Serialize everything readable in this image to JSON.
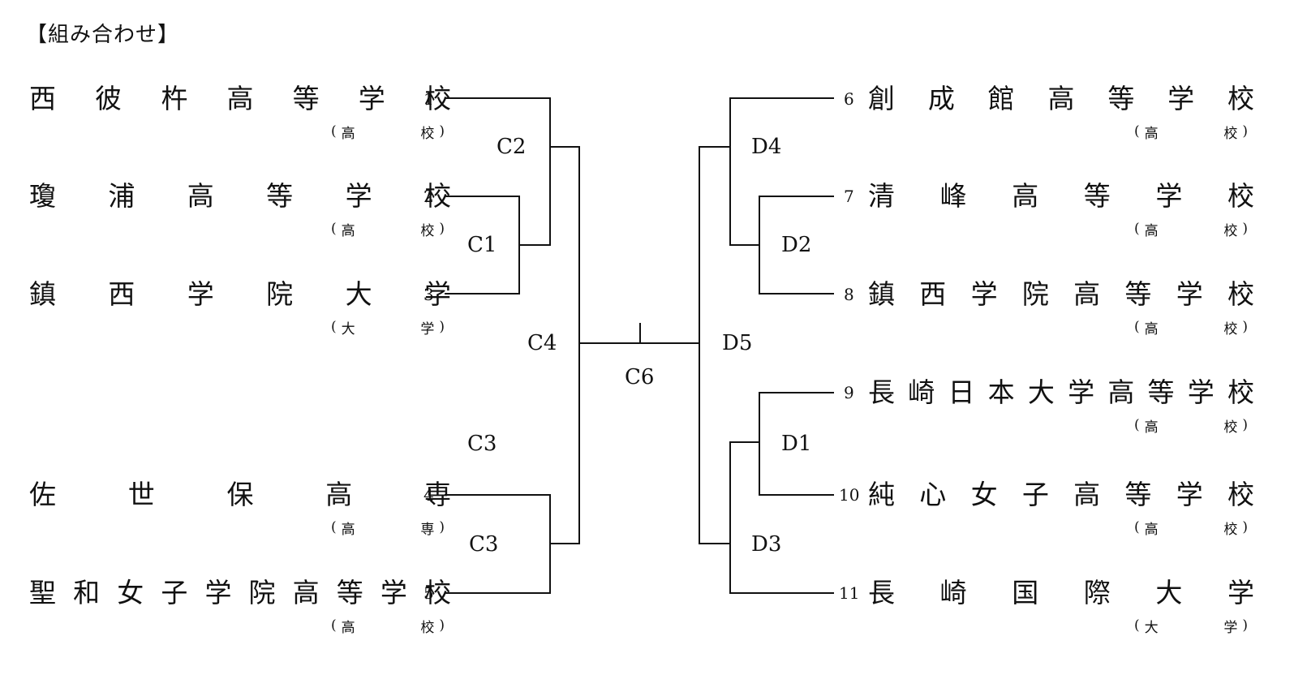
{
  "title": "【組み合わせ】",
  "left_teams": [
    {
      "seed": "1",
      "name": "西彼杵高等学校",
      "type": "高校"
    },
    {
      "seed": "2",
      "name": "瓊浦高等学校",
      "type": "高校"
    },
    {
      "seed": "3",
      "name": "鎮西学院大学",
      "type": "大学"
    },
    {
      "seed": "4",
      "name": "佐世保高専",
      "type": "高専"
    },
    {
      "seed": "5",
      "name": "聖和女子学院高等学校",
      "type": "高校"
    }
  ],
  "right_teams": [
    {
      "seed": "6",
      "name": "創成館高等学校",
      "type": "高校"
    },
    {
      "seed": "7",
      "name": "清峰高等学校",
      "type": "高校"
    },
    {
      "seed": "8",
      "name": "鎮西学院高等学校",
      "type": "高校"
    },
    {
      "seed": "9",
      "name": "長崎日本大学高等学校",
      "type": "高校"
    },
    {
      "seed": "10",
      "name": "純心女子高等学校",
      "type": "高校"
    },
    {
      "seed": "11",
      "name": "長崎国際大学",
      "type": "大学"
    }
  ],
  "matches": {
    "C1": "C1",
    "C2": "C2",
    "C3_upper": "C3",
    "C3_lower": "C3",
    "C4": "C4",
    "C6": "C6",
    "D1": "D1",
    "D2": "D2",
    "D3": "D3",
    "D4": "D4",
    "D5": "D5"
  }
}
